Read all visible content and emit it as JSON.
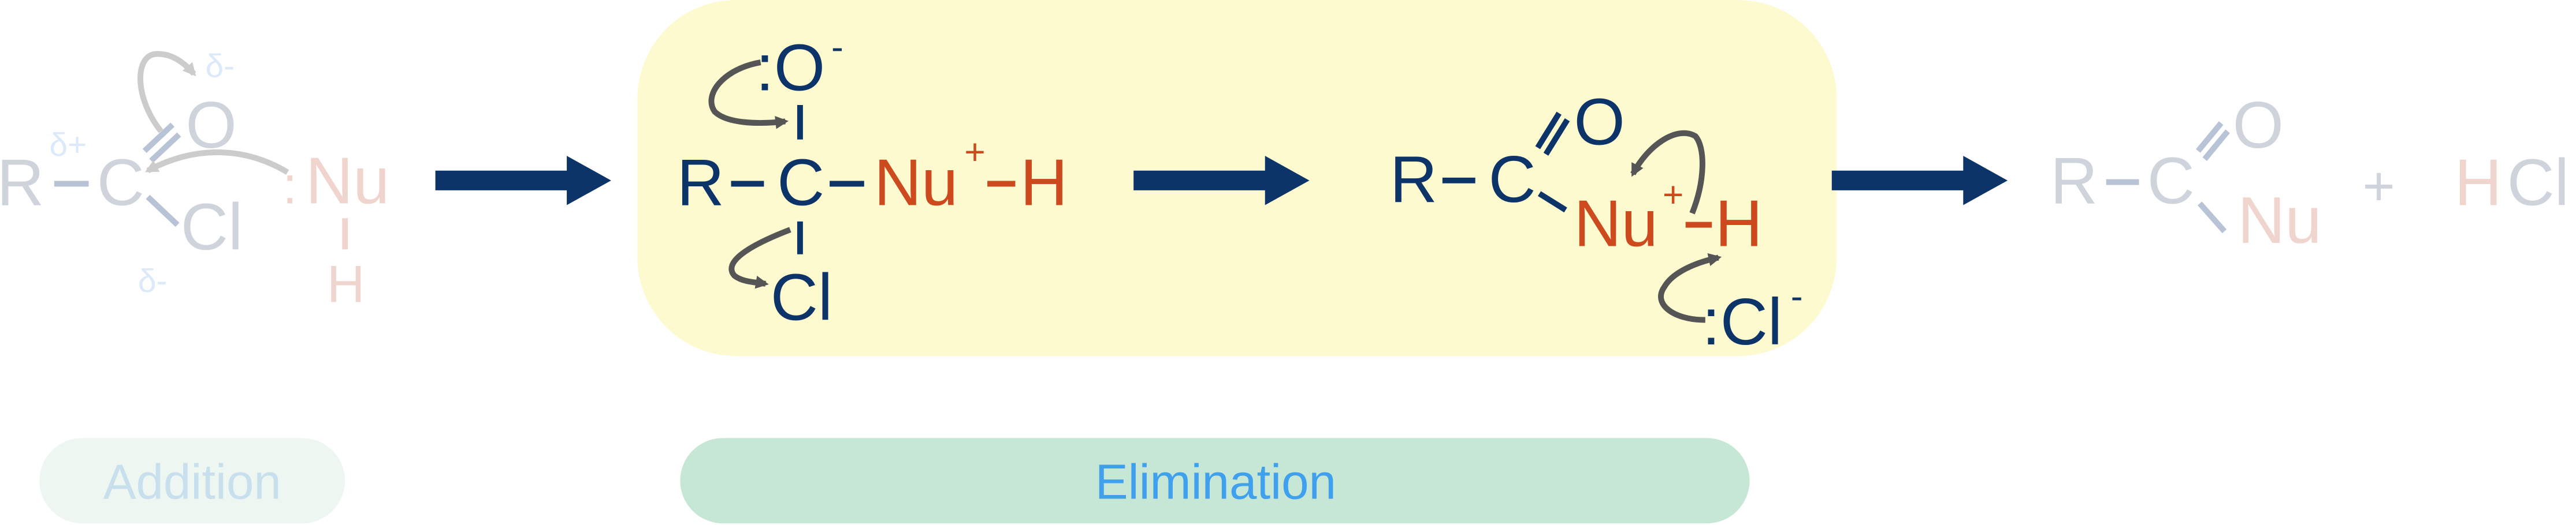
{
  "colors": {
    "primary_atom": "#0d3469",
    "nucleophile": "#cc4a1e",
    "highlight_box": "#fdfad0",
    "reaction_arrow": "#0d3469",
    "curly_arrow": "#555555",
    "faded_atom": "#cfd4dc",
    "faded_nucleophile": "#f0d5ce",
    "partial_charge": "#dbe9fa",
    "addition_pill_bg": "#eef6f1",
    "addition_text": "#c8dfee",
    "elimination_pill_bg": "#c6e7d6",
    "elimination_text": "#3fa0ee"
  },
  "reactant": {
    "R": "R",
    "C": "C",
    "O": "O",
    "Cl": "Cl",
    "Nu": "Nu",
    "lone_pair": ":",
    "H": "H",
    "delta_plus": "δ+",
    "delta_minus_O": "δ-",
    "delta_minus_Cl": "δ-"
  },
  "intermediate": {
    "O": ":O",
    "O_charge": "-",
    "R": "R",
    "C": "C",
    "Nu": "Nu",
    "Nu_charge": "+",
    "H": "H",
    "Cl": "Cl"
  },
  "elimination_product": {
    "R": "R",
    "C": "C",
    "O": "O",
    "Nu": "Nu",
    "Nu_charge": "+",
    "H": "H",
    "Cl": ":Cl",
    "Cl_charge": "-"
  },
  "final_products": {
    "R": "R",
    "C": "C",
    "O": "O",
    "Nu": "Nu",
    "plus": "+",
    "H": "H",
    "Cl": "Cl"
  },
  "stages": {
    "addition": "Addition",
    "elimination": "Elimination"
  }
}
